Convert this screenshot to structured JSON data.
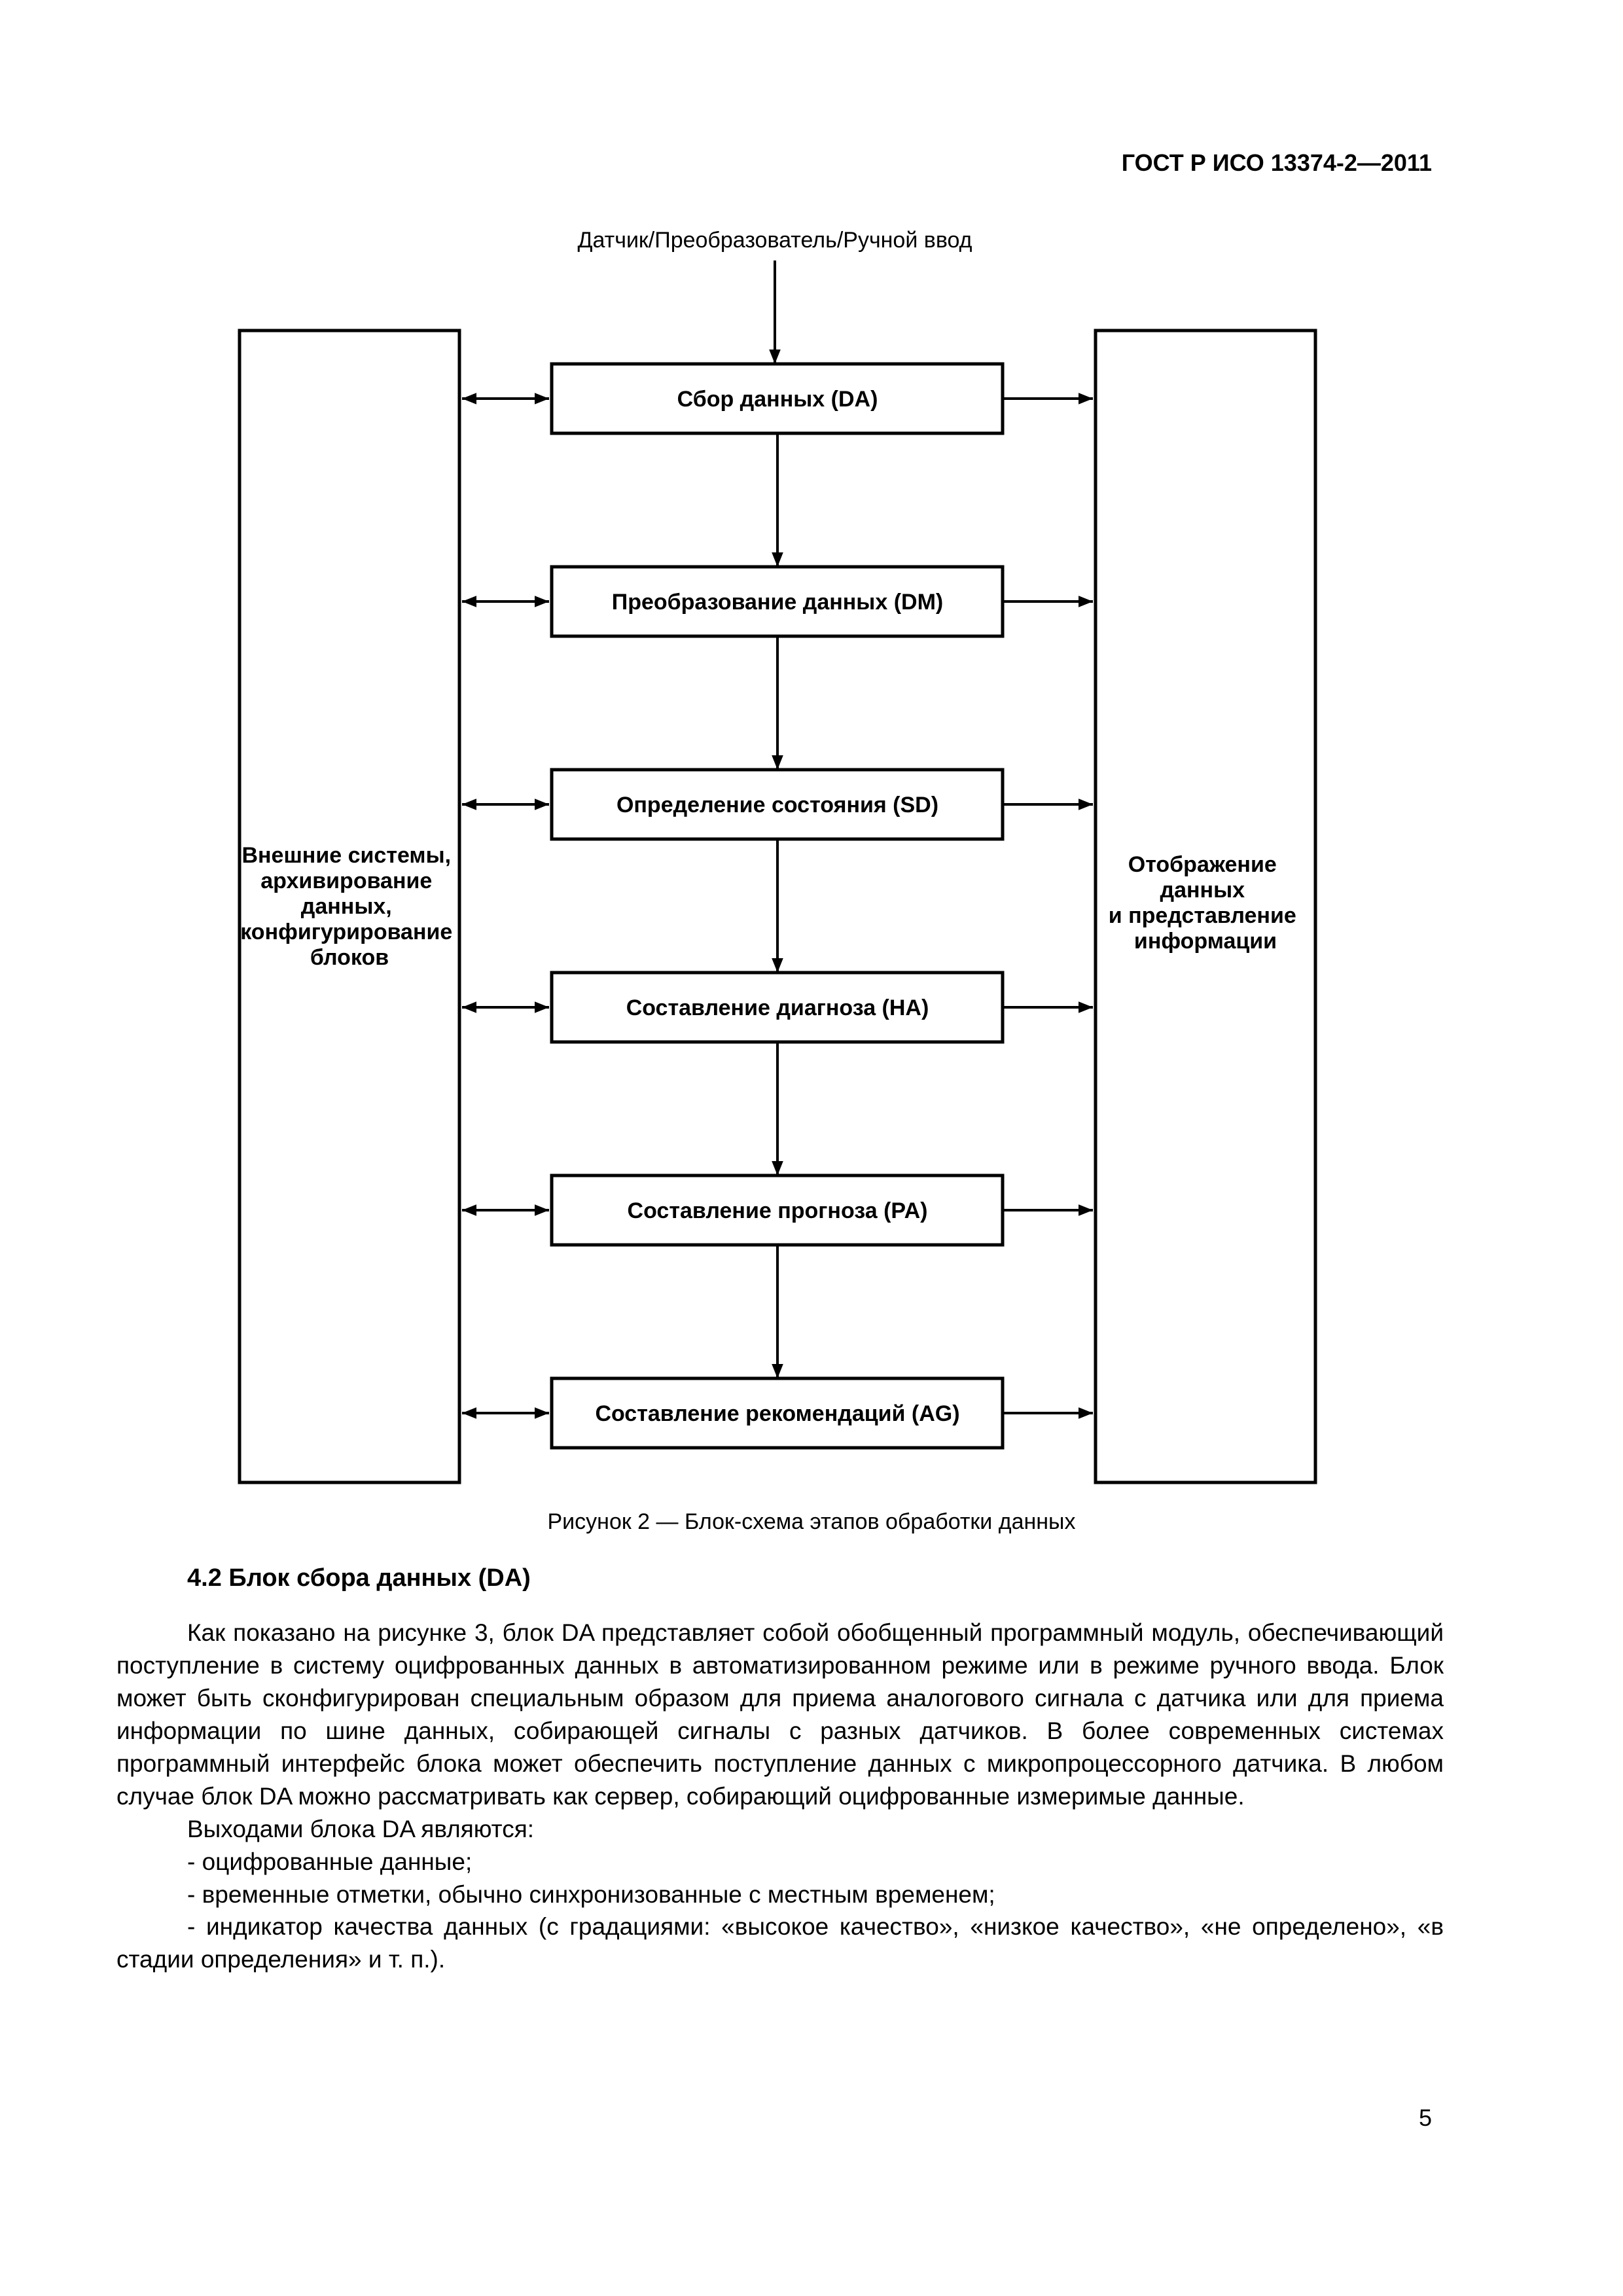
{
  "header": {
    "doc_code": "ГОСТ Р ИСО 13374-2—2011"
  },
  "figure": {
    "input_label": "Датчик/Преобразователь/Ручной ввод",
    "left_block": [
      "Внешние системы,",
      "архивирование",
      "данных,",
      "конфигурирование",
      "блоков"
    ],
    "right_block": [
      "Отображение",
      "данных",
      "и представление",
      "информации"
    ],
    "stages": [
      "Сбор данных (DA)",
      "Преобразование данных (DM)",
      "Определение состояния (SD)",
      "Составление диагноза (HA)",
      "Составление прогноза (PA)",
      "Составление рекомендаций (AG)"
    ],
    "caption": "Рисунок 2 — Блок-схема этапов обработки данных"
  },
  "section": {
    "title": "4.2 Блок сбора данных (DA)",
    "paragraph": "Как показано на рисунке 3, блок DA представляет собой обобщенный программный модуль, обеспечивающий поступление в систему оцифрованных данных в автоматизированном режиме или в режиме ручного ввода. Блок может быть сконфигурирован специальным образом для приема аналогового сигнала с датчика или для приема информации по шине данных, собирающей сигналы с разных датчиков. В более современных системах программный интерфейс блока может обеспечить поступление данных с микропроцессорного датчика. В любом случае блок DA можно рассматривать как сервер, собирающий оцифрованные измеримые данные.",
    "outputs_intro": "Выходами блока DA являются:",
    "outputs": [
      "- оцифрованные данные;",
      "- временные отметки, обычно синхронизованные с местным временем;",
      "- индикатор качества данных (с градациями: «высокое качество», «низкое качество», «не определено», «в стадии определения» и т. п.)."
    ]
  },
  "footer": {
    "page_number": "5"
  }
}
